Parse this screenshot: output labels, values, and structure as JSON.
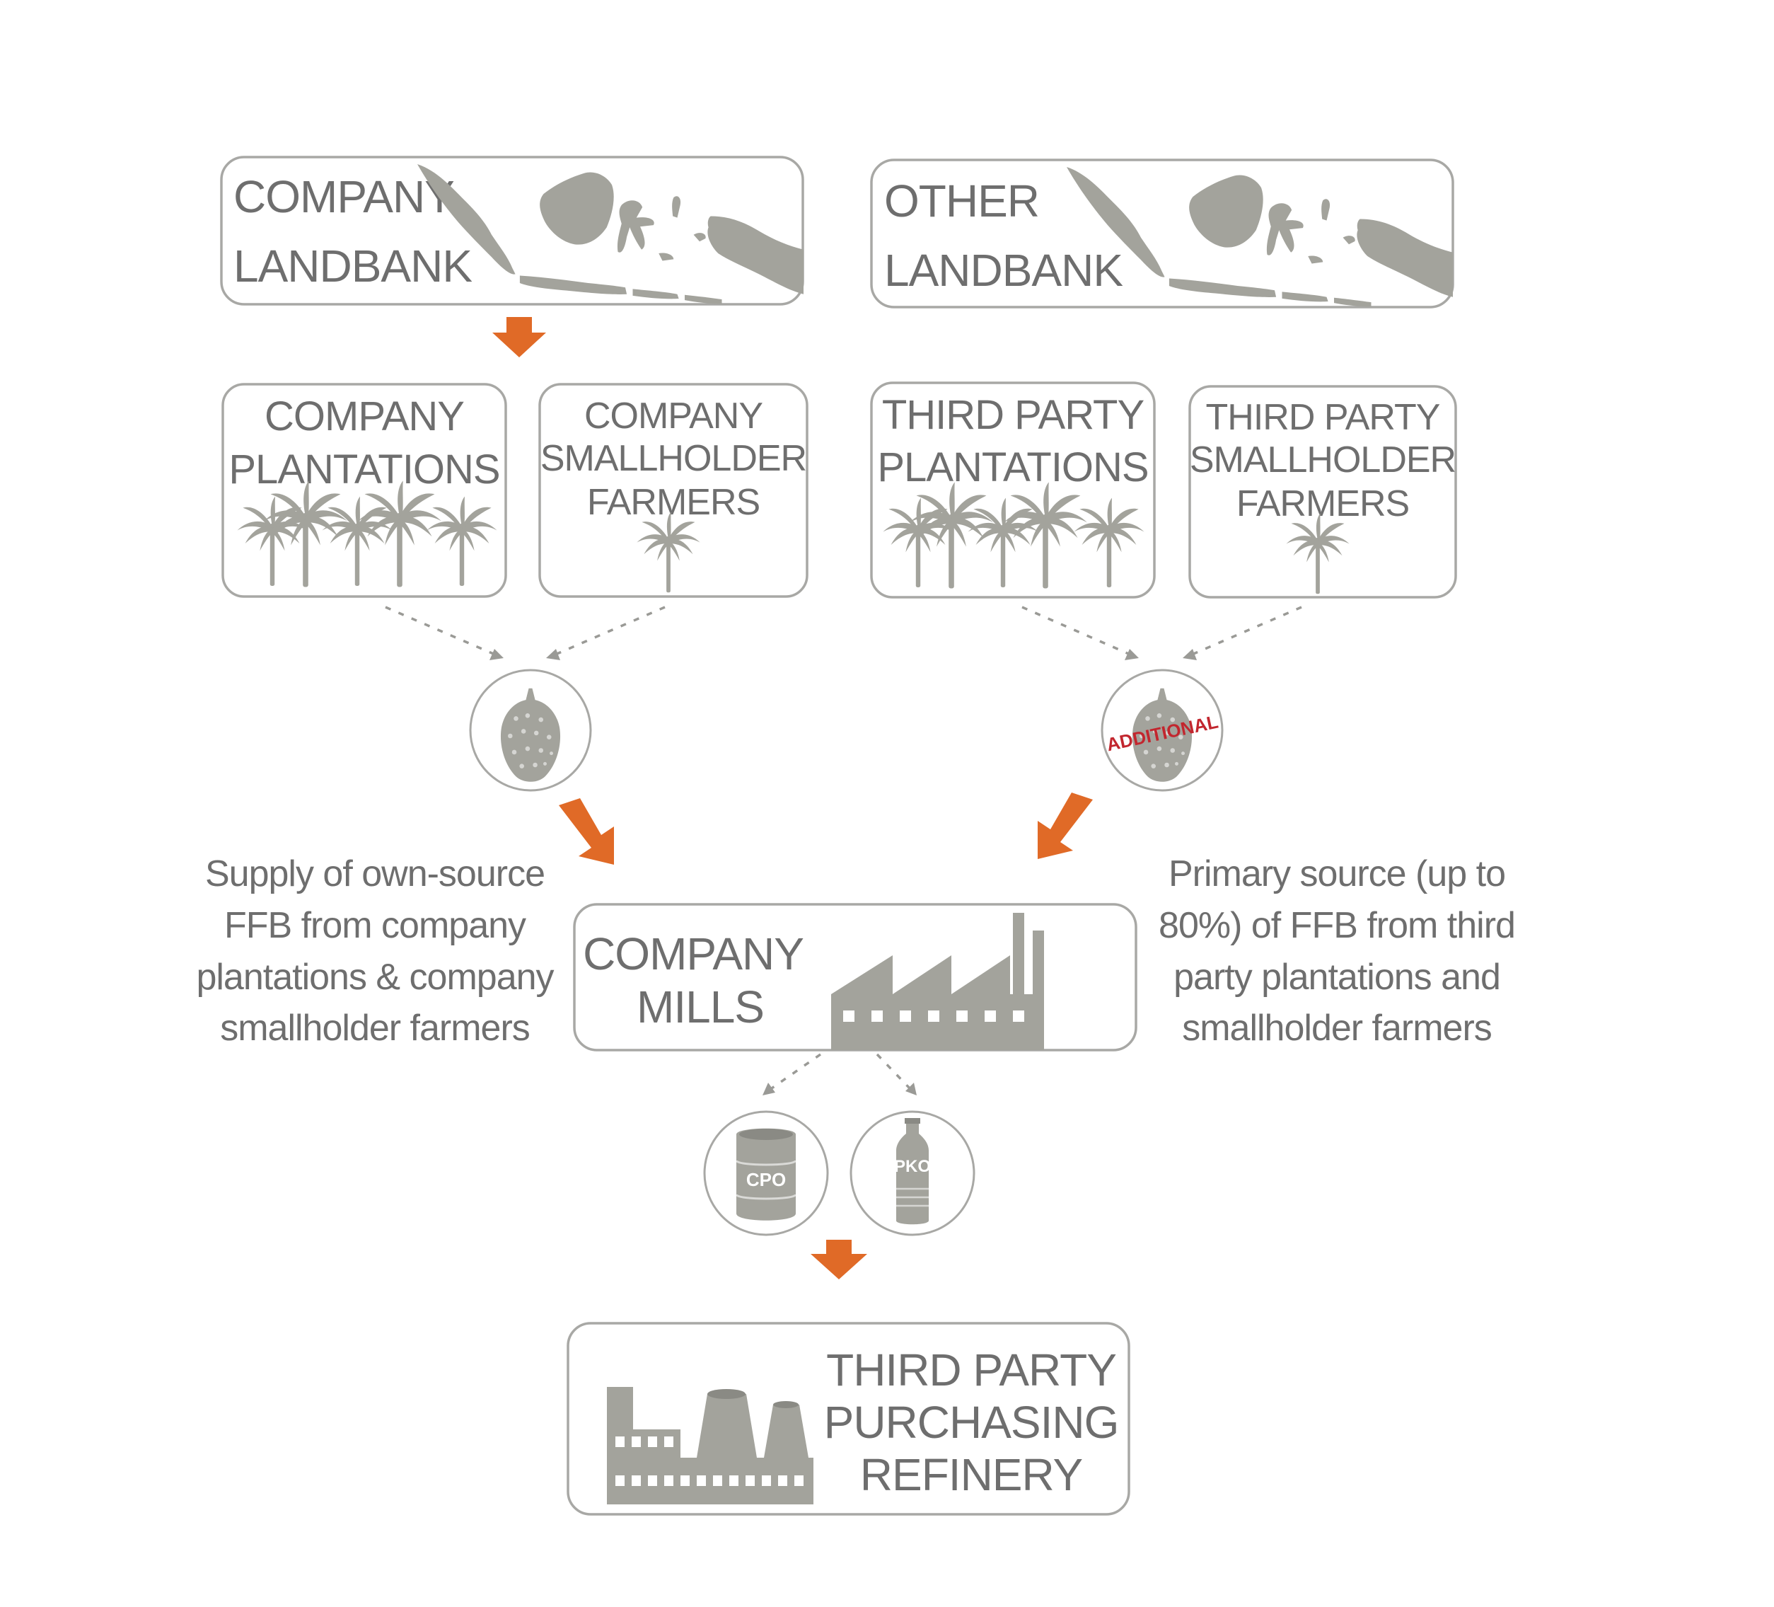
{
  "boxes": {
    "company_landbank": [
      "COMPANY",
      "LANDBANK"
    ],
    "other_landbank": [
      "OTHER",
      "LANDBANK"
    ],
    "company_plantations": [
      "COMPANY",
      "PLANTATIONS"
    ],
    "company_smallholder": [
      "COMPANY",
      "SMALLHOLDER",
      "FARMERS"
    ],
    "third_party_plantations": [
      "THIRD PARTY",
      "PLANTATIONS"
    ],
    "third_party_smallholder": [
      "THIRD PARTY",
      "SMALLHOLDER",
      "FARMERS"
    ],
    "company_mills": [
      "COMPANY",
      "MILLS"
    ],
    "refinery": [
      "THIRD PARTY",
      "PURCHASING",
      "REFINERY"
    ]
  },
  "stamp": "ADDITIONAL",
  "products": {
    "cpo": "CPO",
    "pko": "PKO"
  },
  "notes": {
    "left": [
      "Supply of own-source",
      "FFB from company",
      "plantations &  company",
      "smallholder farmers"
    ],
    "right": [
      "Primary source (up to",
      "80%) of FFB  from third",
      "party plantations  and",
      "smallholder farmers"
    ]
  },
  "colors": {
    "accent": "#e06a27",
    "icon_gray": "#a3a39c",
    "text_gray": "#6e6e6e",
    "stamp_red": "#c2262e"
  }
}
